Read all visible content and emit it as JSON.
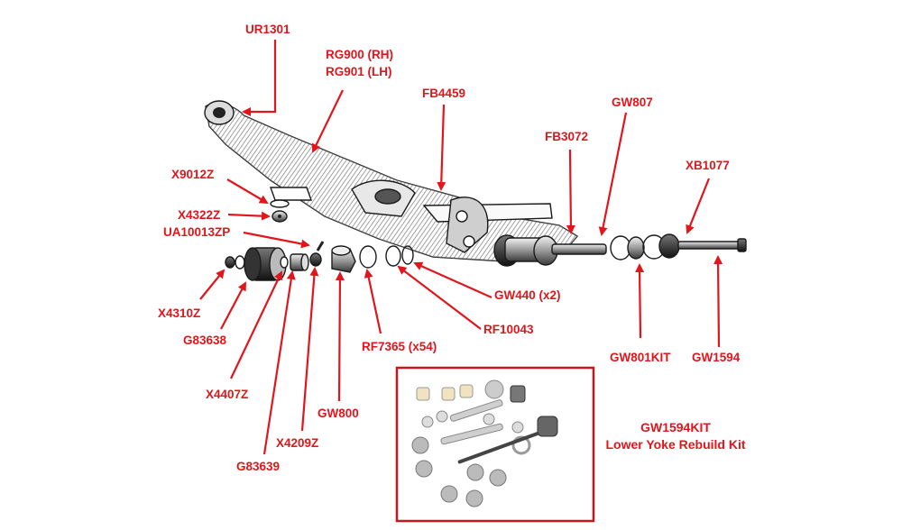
{
  "parts": [
    {
      "id": "ur1301",
      "text": "UR1301"
    },
    {
      "id": "rg900",
      "text": "RG900 (RH)"
    },
    {
      "id": "rg901",
      "text": "RG901 (LH)"
    },
    {
      "id": "fb4459",
      "text": "FB4459"
    },
    {
      "id": "gw807",
      "text": "GW807"
    },
    {
      "id": "fb3072",
      "text": "FB3072"
    },
    {
      "id": "xb1077",
      "text": "XB1077"
    },
    {
      "id": "x9012z",
      "text": "X9012Z"
    },
    {
      "id": "x4322z",
      "text": "X4322Z"
    },
    {
      "id": "ua10013zp",
      "text": "UA10013ZP"
    },
    {
      "id": "gw440",
      "text": "GW440 (x2)"
    },
    {
      "id": "rf10043",
      "text": "RF10043"
    },
    {
      "id": "rf7365",
      "text": "RF7365 (x54)"
    },
    {
      "id": "x4310z",
      "text": "X4310Z"
    },
    {
      "id": "g83638",
      "text": "G83638"
    },
    {
      "id": "x4407z",
      "text": "X4407Z"
    },
    {
      "id": "gw800",
      "text": "GW800"
    },
    {
      "id": "x4209z",
      "text": "X4209Z"
    },
    {
      "id": "g83639",
      "text": "G83639"
    },
    {
      "id": "gw801kit",
      "text": "GW801KIT"
    },
    {
      "id": "gw1594",
      "text": "GW1594"
    }
  ],
  "kit": {
    "code": "GW1594KIT",
    "description": "Lower Yoke Rebuild Kit"
  },
  "colors": {
    "accent": "#e0161c",
    "ink": "#1a1a1a",
    "frame": "#c9151b"
  }
}
